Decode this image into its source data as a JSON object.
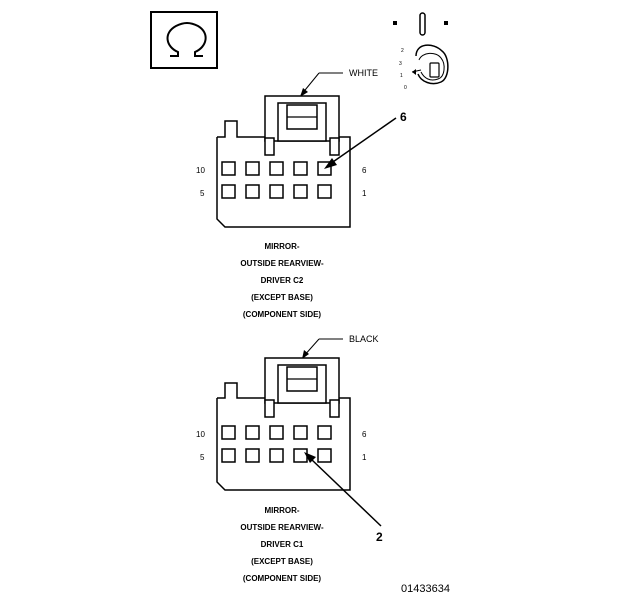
{
  "icons": {
    "omega_symbol": "omega-connector-icon",
    "key_switch": "ignition-key-switch-icon"
  },
  "key_positions": [
    "2",
    "3",
    "1",
    "0"
  ],
  "connector_c2": {
    "color_label": "WHITE",
    "pin_left_top": "10",
    "pin_left_bottom": "5",
    "pin_right_top": "6",
    "pin_right_bottom": "1",
    "callout": "6",
    "caption": [
      "MIRROR-",
      "OUTSIDE REARVIEW-",
      "DRIVER C2",
      "(EXCEPT BASE)",
      "(COMPONENT SIDE)"
    ]
  },
  "connector_c1": {
    "color_label": "BLACK",
    "pin_left_top": "10",
    "pin_left_bottom": "5",
    "pin_right_top": "6",
    "pin_right_bottom": "1",
    "callout": "2",
    "caption": [
      "MIRROR-",
      "OUTSIDE REARVIEW-",
      "DRIVER C1",
      "(EXCEPT BASE)",
      "(COMPONENT SIDE)"
    ]
  },
  "figure_id": "01433634"
}
